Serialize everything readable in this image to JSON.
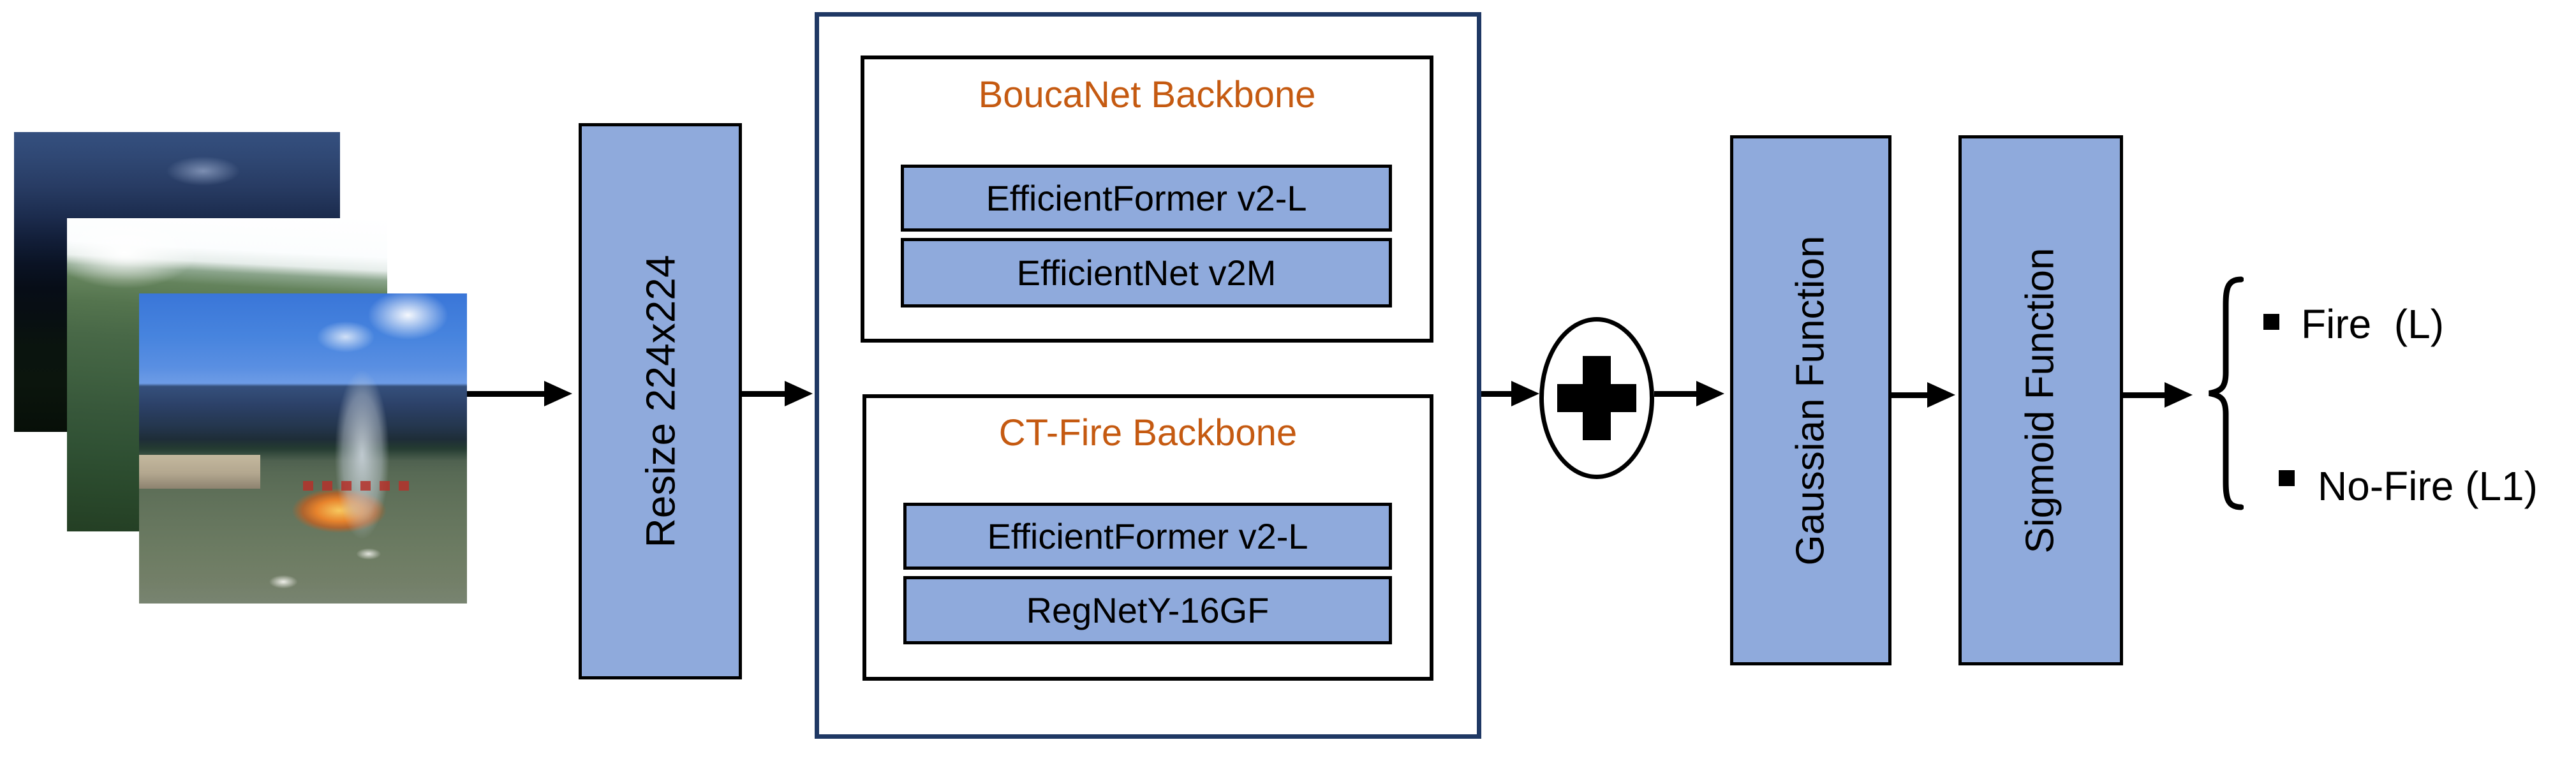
{
  "diagram": {
    "input": {
      "photos": [
        {
          "icon": "dusk-forest-photo"
        },
        {
          "icon": "mountain-forest-photo"
        },
        {
          "icon": "field-fire-smoke-photo"
        }
      ]
    },
    "resize": {
      "label": "Resize 224x224"
    },
    "backbones": {
      "boucanet": {
        "title": "BoucaNet Backbone",
        "models": [
          "EfficientFormer v2-L",
          "EfficientNet v2M"
        ]
      },
      "ctfire": {
        "title": "CT-Fire Backbone",
        "models": [
          "EfficientFormer v2-L",
          "RegNetY-16GF"
        ]
      }
    },
    "fusion": {
      "icon": "plus-icon"
    },
    "gaussian": {
      "label": "Gaussian Function"
    },
    "sigmoid": {
      "label": "Sigmoid Function"
    },
    "outputs": [
      {
        "bullet": "square-bullet-icon",
        "label": "Fire  (L)"
      },
      {
        "bullet": "square-bullet-icon",
        "label": "No-Fire (L1)"
      }
    ],
    "colors": {
      "box_fill": "#8FAADC",
      "container_border": "#1F3864",
      "accent_orange": "#C55A11",
      "line": "#000000"
    }
  }
}
